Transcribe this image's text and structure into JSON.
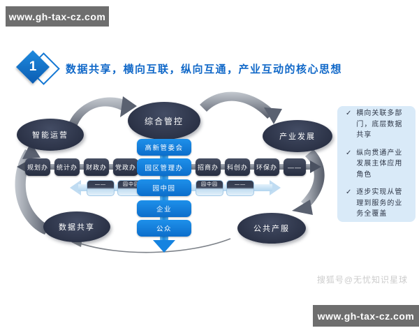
{
  "watermarks": {
    "top_left": "www.gh-tax-cz.com",
    "bottom_right": "www.gh-tax-cz.com",
    "sohu": "搜狐号@无忧知识星球"
  },
  "header": {
    "number": "1",
    "title": "数据共享，横向互联，纵向互通，产业互动的核心思想"
  },
  "ellipses": {
    "top": "综合管控",
    "left": "智能运营",
    "right": "产业发展",
    "bottom_left": "数据共享",
    "bottom_right": "公共产服"
  },
  "horizontal_row": {
    "left": [
      "规划办",
      "统计办",
      "财政办",
      "党政办"
    ],
    "right": [
      "招商办",
      "科创办",
      "环保办",
      "——"
    ]
  },
  "vertical_column": [
    "高新管委会",
    "园区管理办",
    "园中园",
    "企业",
    "公众"
  ],
  "light_row": {
    "left": [
      "——",
      "园中园"
    ],
    "right": [
      "园中园",
      "——"
    ]
  },
  "panel": {
    "check": "✓",
    "items": [
      "横向关联多部门，底层数据共享",
      "纵向贯通产业发展主体应用角色",
      "逐步实现从管理到服务的业务全覆盖"
    ]
  },
  "colors": {
    "accent_blue": "#1068c8",
    "box_blue": "#1283e2",
    "dark_navy": "#2e3649",
    "panel_bg": "#d9eaf8",
    "watermark_gray": "#6e6e6e"
  }
}
